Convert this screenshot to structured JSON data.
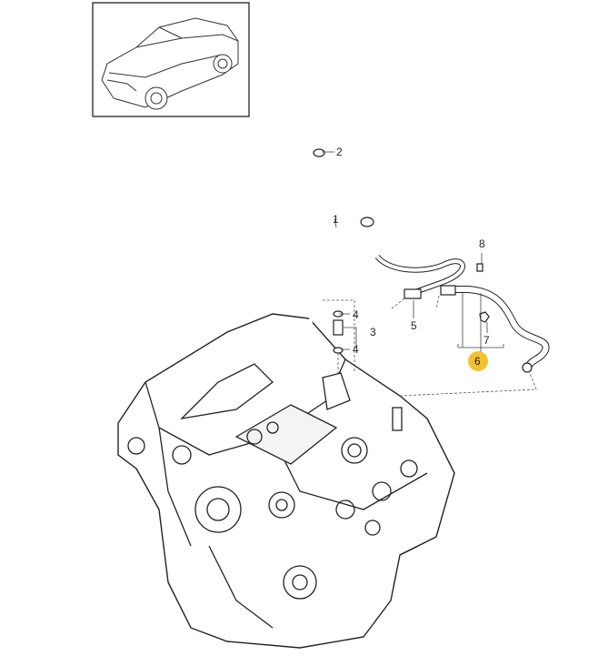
{
  "diagram": {
    "callouts": [
      {
        "id": "part-1",
        "label": "1"
      },
      {
        "id": "part-2",
        "label": "2"
      },
      {
        "id": "part-3",
        "label": "3"
      },
      {
        "id": "part-4a",
        "label": "4"
      },
      {
        "id": "part-4b",
        "label": "4"
      },
      {
        "id": "part-5",
        "label": "5"
      },
      {
        "id": "part-6",
        "label": "6",
        "highlighted": true
      },
      {
        "id": "part-7",
        "label": "7"
      },
      {
        "id": "part-8",
        "label": "8"
      }
    ],
    "highlight_color": "#f2c12e",
    "thumbnail_icon": "car-thumbnail-icon"
  }
}
